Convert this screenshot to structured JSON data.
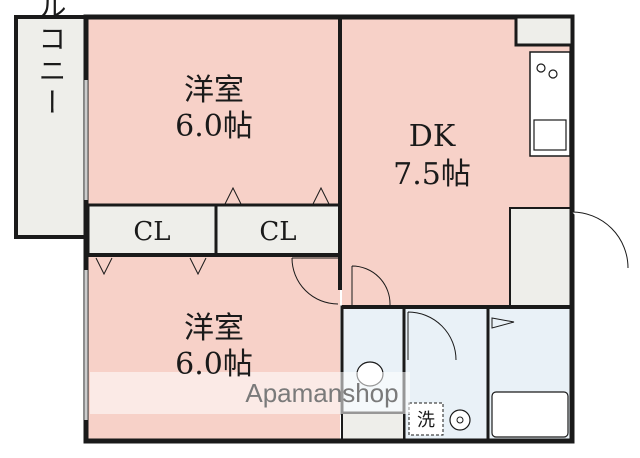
{
  "rooms": {
    "balcony": "バルコニー",
    "western_top": {
      "name": "洋室",
      "size": "6.0帖"
    },
    "western_bottom": {
      "name": "洋室",
      "size": "6.0帖"
    },
    "dk": {
      "name": "DK",
      "size": "7.5帖"
    },
    "closet_left": "CL",
    "closet_right": "CL",
    "laundry": "洗"
  },
  "watermark": "Apamanshop",
  "colors": {
    "room_fill": "#f7d1c8",
    "wall": "#1a1a1a",
    "wet_area": "#e9f1f7",
    "closet": "#eeeeea",
    "balcony": "#eeeeea"
  }
}
